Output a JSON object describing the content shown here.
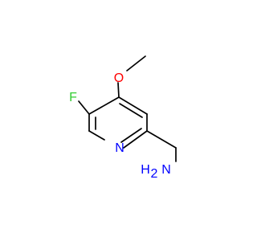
{
  "molecule": {
    "atoms": {
      "fluorine": "F",
      "oxygen": "O",
      "nitrogen_ring": "N",
      "amine_n": "N",
      "amine_h": "H",
      "amine_h_count": "2"
    },
    "colors": {
      "bond": "#000000",
      "fluorine": "#33cc33",
      "oxygen": "#ff0000",
      "nitrogen": "#0000ff"
    }
  }
}
